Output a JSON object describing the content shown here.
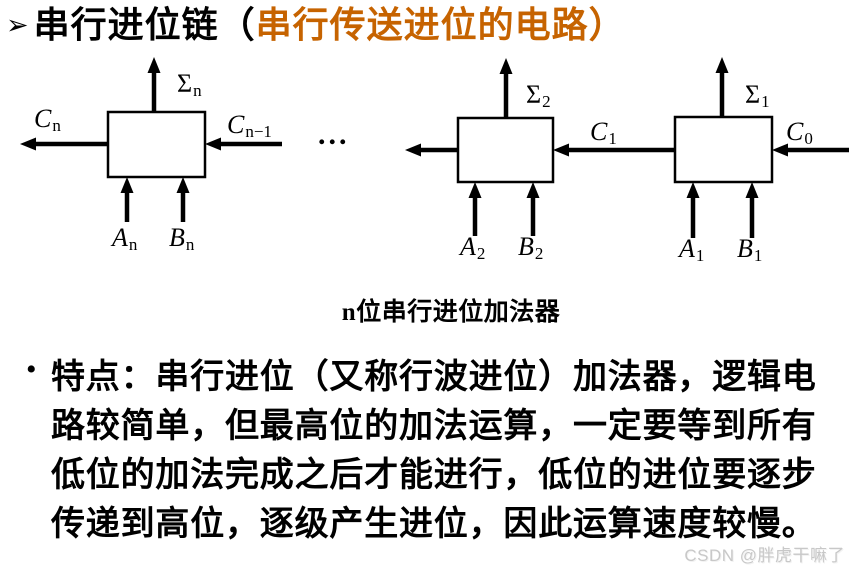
{
  "title": {
    "bullet_icon": "➢",
    "text_black": "串行进位链（",
    "text_orange": "串行传送进位的电路）",
    "orange_color": "#C66300"
  },
  "diagram": {
    "caption": "n位串行进位加法器",
    "ellipsis": "...",
    "adders": [
      {
        "sum": {
          "base": "Σ",
          "sub": "n"
        },
        "carry_out": {
          "base": "C",
          "sub": "n"
        },
        "carry_in": {
          "base": "C",
          "sub": "n−1"
        },
        "input_a": {
          "base": "A",
          "sub": "n"
        },
        "input_b": {
          "base": "B",
          "sub": "n"
        }
      },
      {
        "sum": {
          "base": "Σ",
          "sub": "2"
        },
        "input_a": {
          "base": "A",
          "sub": "2"
        },
        "input_b": {
          "base": "B",
          "sub": "2"
        }
      },
      {
        "sum": {
          "base": "Σ",
          "sub": "1"
        },
        "carry_out": {
          "base": "C",
          "sub": "1"
        },
        "carry_in": {
          "base": "C",
          "sub": "0"
        },
        "input_a": {
          "base": "A",
          "sub": "1"
        },
        "input_b": {
          "base": "B",
          "sub": "1"
        }
      }
    ]
  },
  "feature": {
    "bullet_icon": "•",
    "lines": [
      "特点：串行进位（又称行波进位）加法器，逻辑电",
      "路较简单，但最高位的加法运算，一定要等到所有",
      "低位的加法完成之后才能进行，低位的进位要逐步",
      "传递到高位，逐级产生进位，因此运算速度较慢。"
    ]
  },
  "watermark": "CSDN @胖虎干嘛了"
}
